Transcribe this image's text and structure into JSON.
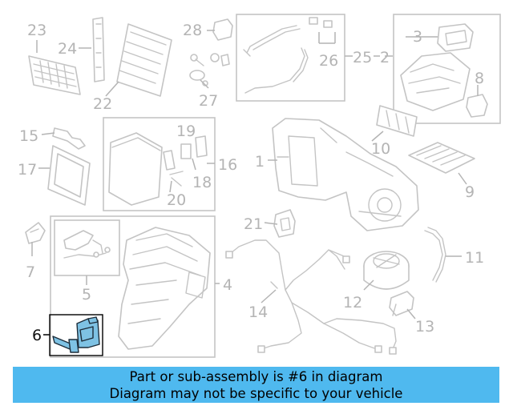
{
  "diagram": {
    "labels": {
      "p1": "1",
      "p2": "2",
      "p3": "3",
      "p4": "4",
      "p5": "5",
      "p6": "6",
      "p7": "7",
      "p8": "8",
      "p9": "9",
      "p10": "10",
      "p11": "11",
      "p12": "12",
      "p13": "13",
      "p14": "14",
      "p15": "15",
      "p16": "16",
      "p17": "17",
      "p18": "18",
      "p19": "19",
      "p20": "20",
      "p21": "21",
      "p22": "22",
      "p23": "23",
      "p24": "24",
      "p25": "25",
      "p26": "26",
      "p27": "27",
      "p28": "28"
    },
    "highlighted_part": "6",
    "colors": {
      "highlight_fill": "#7ec2e4",
      "banner_background": "#4fb9ef",
      "label_gray": "#b4b4b4"
    }
  },
  "banner": {
    "line1": "Part or sub-assembly is #6 in diagram",
    "line2": "Diagram may not be specific to your vehicle"
  }
}
